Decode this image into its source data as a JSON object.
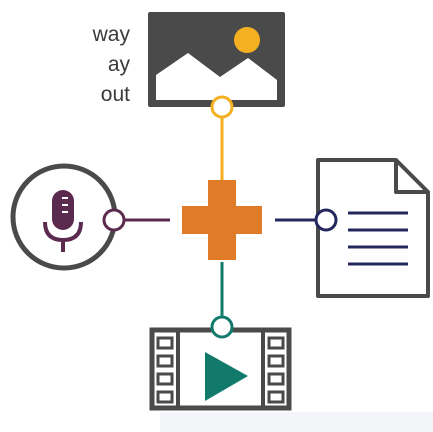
{
  "caption_lines": [
    "way",
    "ay",
    "out"
  ],
  "colors": {
    "image_frame": "#4a4a4a",
    "sun": "#f5b021",
    "connector_top": "#f5b021",
    "plus": "#e07b27",
    "connector_left": "#5b2a4f",
    "connector_right": "#24275e",
    "connector_bottom": "#127a6b",
    "doc_outline": "#4a4a4a",
    "doc_lines": "#24275e",
    "video_outline": "#4a4a4a",
    "play": "#127a6b",
    "mic": "#5b2a4f",
    "mic_circle": "#4a4a4a",
    "bg_hint": "#f3f5f8"
  },
  "icons": {
    "top": "image-icon",
    "left": "microphone-icon",
    "right": "document-icon",
    "bottom": "video-icon",
    "center": "plus-icon"
  }
}
